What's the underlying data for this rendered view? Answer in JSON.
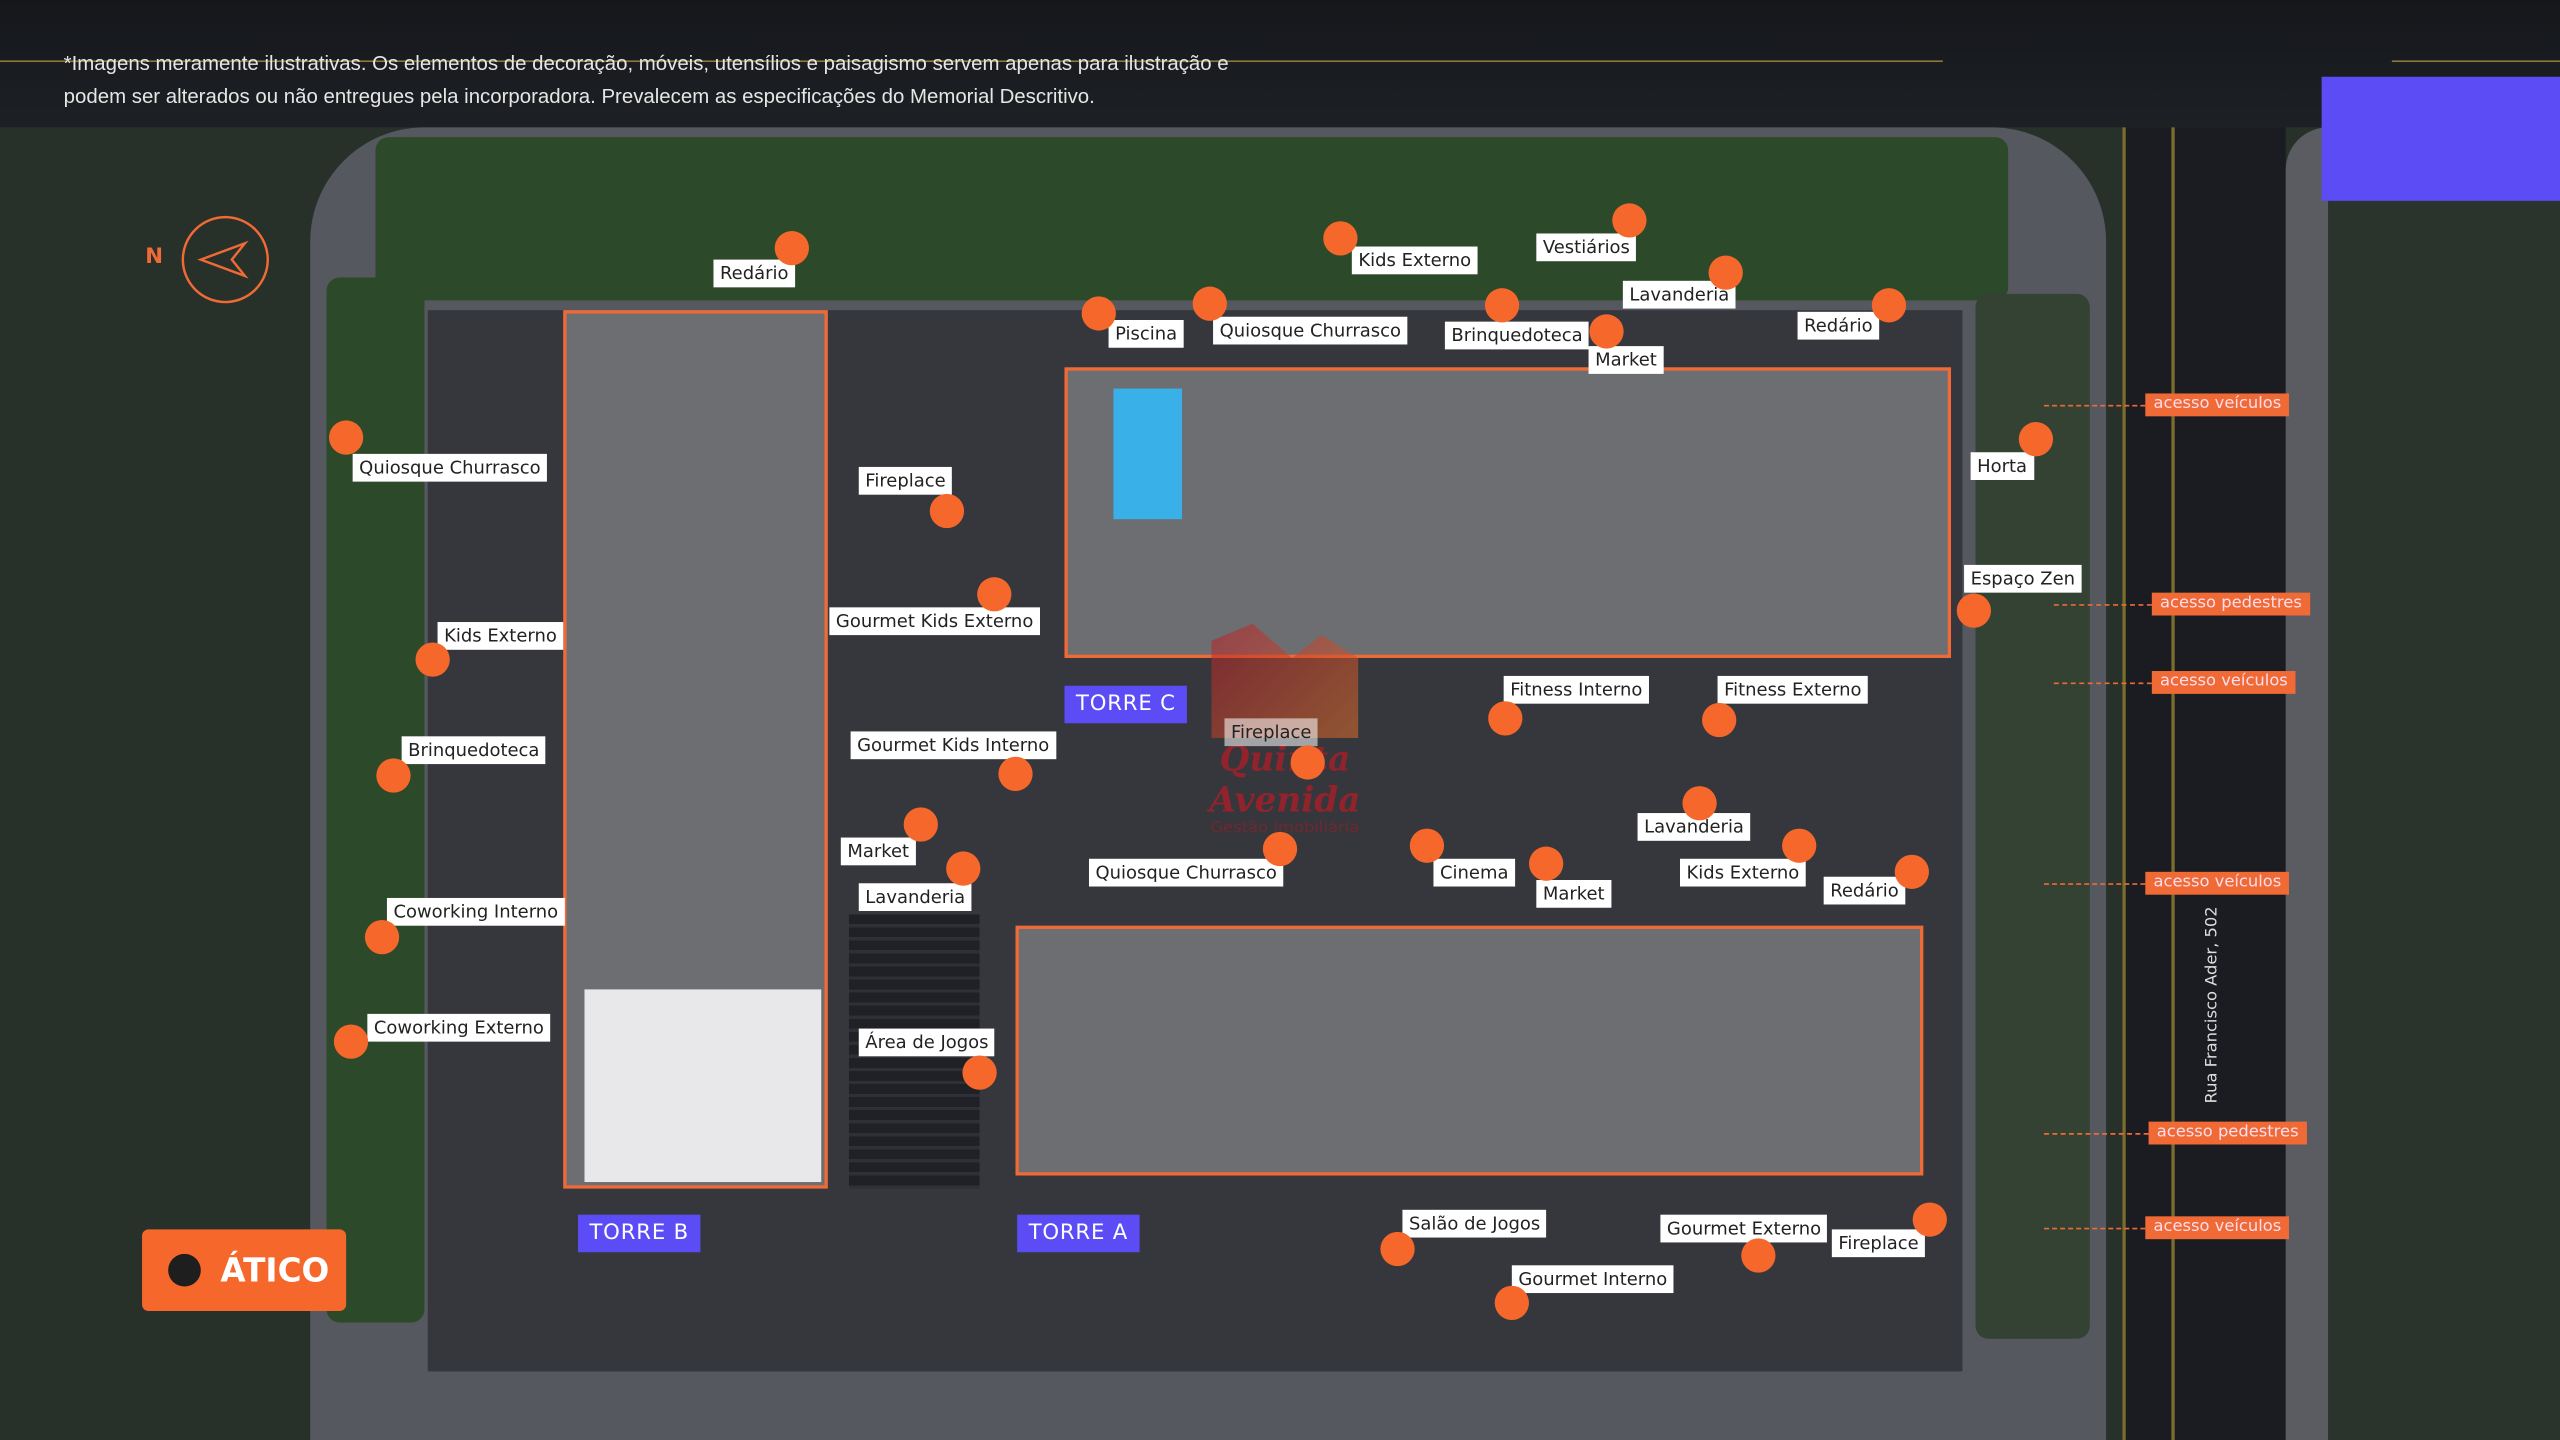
{
  "disclaimer": {
    "line1": "*Imagens meramente ilustrativas. Os elementos de decoração, móveis, utensílios e paisagismo servem apenas para ilustração e",
    "line2": "podem ser alterados ou não entregues pela incorporadora. Prevalecem as especificações do Memorial Descritivo."
  },
  "compass": {
    "letter": "N"
  },
  "floor_button": {
    "label": "ÁTICO"
  },
  "street": "Rua Francisco Ader, 502",
  "watermark": {
    "name": "Quinta Avenida",
    "subtitle": "Gestão Imobiliária"
  },
  "towers": [
    {
      "label": "TORRE C"
    },
    {
      "label": "TORRE B"
    },
    {
      "label": "TORRE A"
    }
  ],
  "access": [
    {
      "label": "acesso veículos"
    },
    {
      "label": "acesso pedestres"
    },
    {
      "label": "acesso veículos"
    },
    {
      "label": "acesso veículos"
    },
    {
      "label": "acesso pedestres"
    },
    {
      "label": "acesso veículos"
    }
  ],
  "amenities": [
    {
      "label": "Redário",
      "tower": "B"
    },
    {
      "label": "Quiosque Churrasco",
      "tower": "B"
    },
    {
      "label": "Fireplace",
      "tower": "B"
    },
    {
      "label": "Kids Externo",
      "tower": "B"
    },
    {
      "label": "Gourmet Kids Externo",
      "tower": "B"
    },
    {
      "label": "Brinquedoteca",
      "tower": "B"
    },
    {
      "label": "Gourmet Kids Interno",
      "tower": "B"
    },
    {
      "label": "Market",
      "tower": "B"
    },
    {
      "label": "Lavanderia",
      "tower": "B"
    },
    {
      "label": "Coworking Interno",
      "tower": "B"
    },
    {
      "label": "Coworking Externo",
      "tower": "B"
    },
    {
      "label": "Área de Jogos",
      "tower": "B"
    },
    {
      "label": "Piscina",
      "tower": "C"
    },
    {
      "label": "Quiosque Churrasco",
      "tower": "C"
    },
    {
      "label": "Kids Externo",
      "tower": "C"
    },
    {
      "label": "Brinquedoteca",
      "tower": "C"
    },
    {
      "label": "Vestiários",
      "tower": "C"
    },
    {
      "label": "Market",
      "tower": "C"
    },
    {
      "label": "Lavanderia",
      "tower": "C"
    },
    {
      "label": "Redário",
      "tower": "C"
    },
    {
      "label": "Horta",
      "tower": "C"
    },
    {
      "label": "Espaço Zen",
      "tower": "C"
    },
    {
      "label": "Fitness Interno",
      "tower": "C"
    },
    {
      "label": "Fitness Externo",
      "tower": "C"
    },
    {
      "label": "Fireplace",
      "tower": "C"
    },
    {
      "label": "Quiosque Churrasco",
      "tower": "A"
    },
    {
      "label": "Cinema",
      "tower": "A"
    },
    {
      "label": "Market",
      "tower": "A"
    },
    {
      "label": "Lavanderia",
      "tower": "A"
    },
    {
      "label": "Kids Externo",
      "tower": "A"
    },
    {
      "label": "Redário",
      "tower": "A"
    },
    {
      "label": "Salão de Jogos",
      "tower": "A"
    },
    {
      "label": "Gourmet Interno",
      "tower": "A"
    },
    {
      "label": "Gourmet Externo",
      "tower": "A"
    },
    {
      "label": "Fireplace",
      "tower": "A"
    }
  ],
  "colors": {
    "accent": "#f5672a",
    "tower_badge": "#5b4cf5",
    "outline": "#f06a35"
  }
}
